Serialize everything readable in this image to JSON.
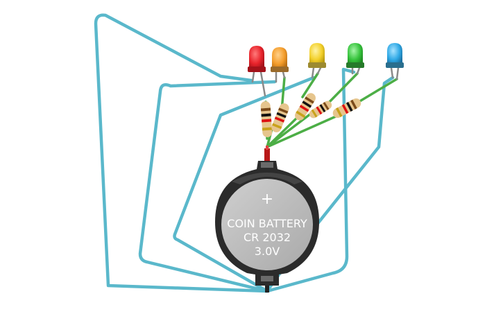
{
  "battery": {
    "plus_sign": "+",
    "line1": "COIN BATTERY",
    "line2": "CR 2032",
    "line3": "3.0V"
  },
  "colors": {
    "wire_blue": "#5ab8cb",
    "wire_green": "#4cae46",
    "led_red": "#e8232b",
    "led_orange": "#f49d2b",
    "led_yellow": "#f3d02a",
    "led_green": "#37c43d",
    "led_blue": "#2fa9e6",
    "battery_holder": "#2b2b2b",
    "battery_cell": "#b9b9b9"
  },
  "components": {
    "leds": [
      "led-red",
      "led-orange",
      "led-yellow",
      "led-green",
      "led-blue"
    ],
    "resistors": 5
  }
}
